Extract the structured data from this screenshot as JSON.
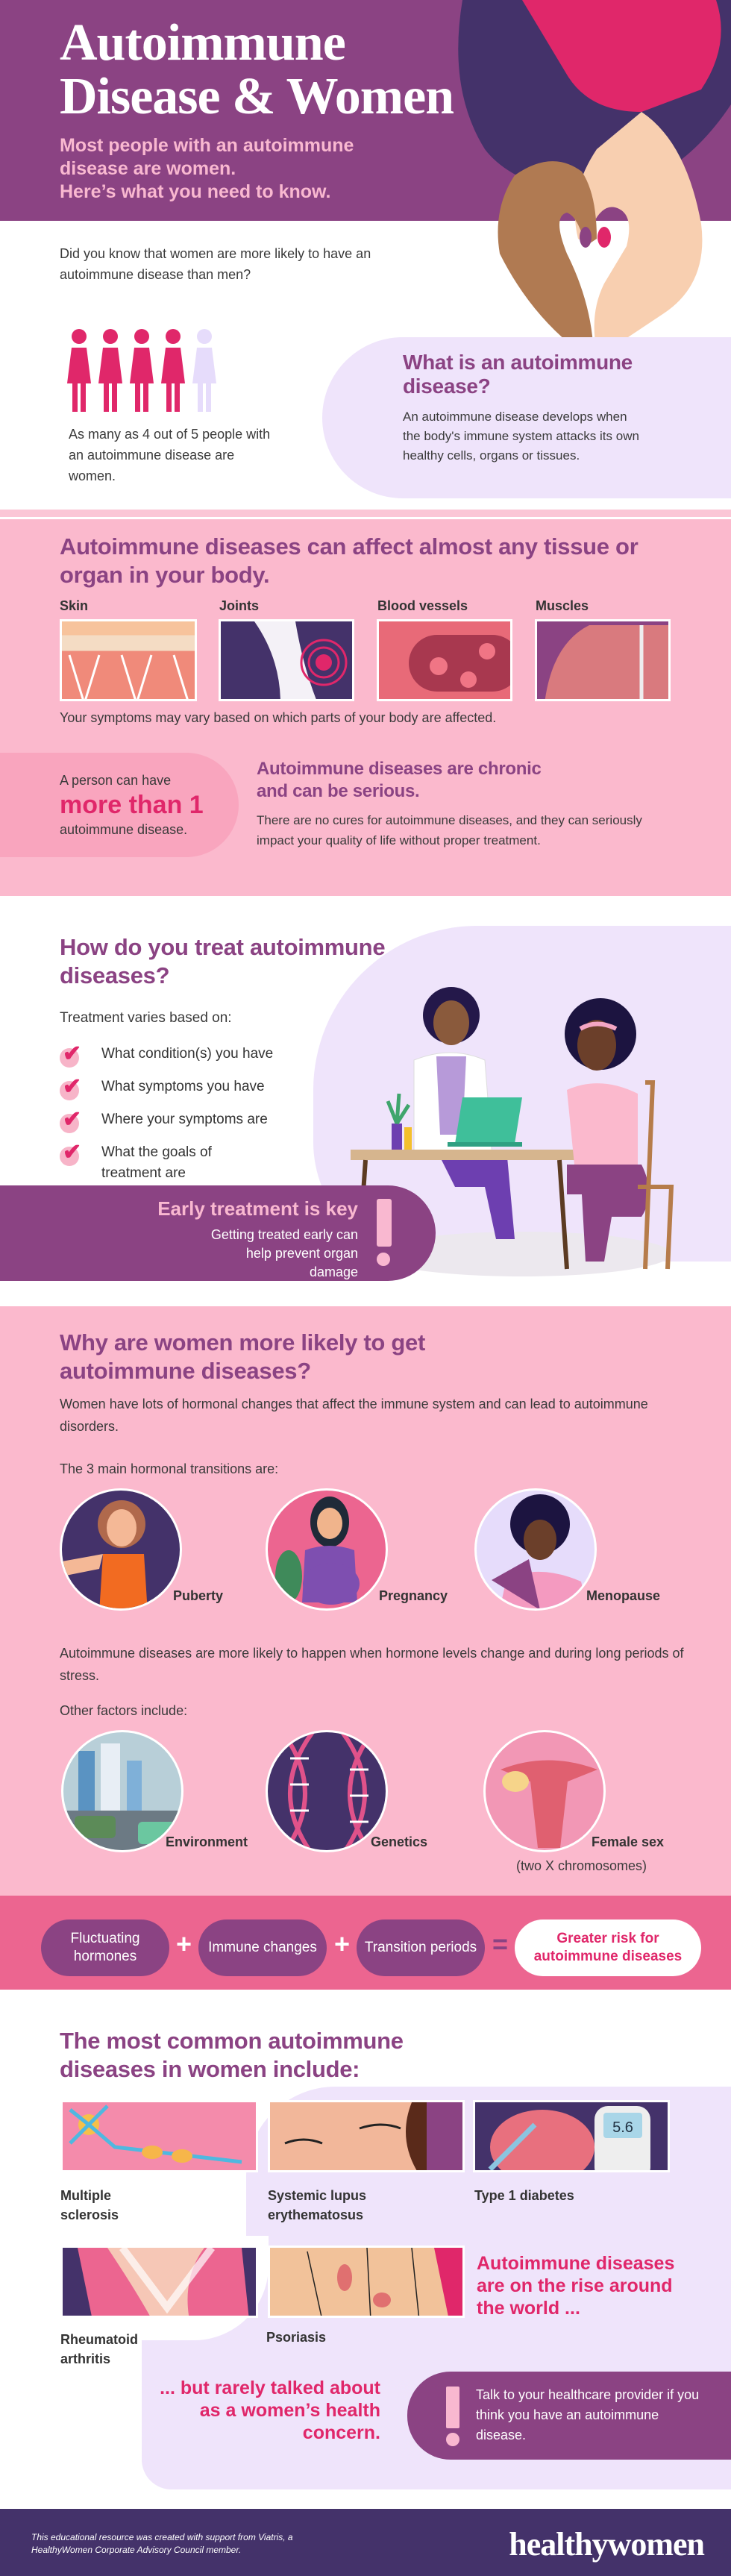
{
  "header": {
    "title_line1": "Autoimmune",
    "title_line2": "Disease & Women",
    "subtitle_line1": "Most people with an autoimmune",
    "subtitle_line2": "disease are women.",
    "subtitle_line3": "Here’s what you need to know."
  },
  "intro": {
    "question": "Did you know that women are more likely to have an autoimmune disease than men?",
    "stat": "As many as 4 out of 5 people with an autoimmune disease are women.",
    "women_ratio": {
      "women": 4,
      "total": 5
    },
    "what_is_heading": "What is an autoimmune disease?",
    "what_is_body": "An autoimmune disease develops when the body's immune system attacks its own healthy cells, organs or tissues."
  },
  "affect": {
    "heading": "Autoimmune diseases can affect almost any tissue or organ in your body.",
    "parts": [
      {
        "label": "Skin"
      },
      {
        "label": "Joints"
      },
      {
        "label": "Blood vessels"
      },
      {
        "label": "Muscles"
      }
    ],
    "note": "Your symptoms may vary based on which parts of your body are affected.",
    "multi_pre": "A person can have",
    "multi_big": "more than 1",
    "multi_post": "autoimmune disease.",
    "chronic_heading": "Autoimmune diseases are chronic and can be serious.",
    "chronic_body": "There are no cures for autoimmune diseases, and they can seriously impact your quality of life without proper treatment."
  },
  "treat": {
    "heading": "How do you treat autoimmune diseases?",
    "intro": "Treatment varies based on:",
    "items": [
      "What condition(s) you have",
      "What symptoms you have",
      "Where your symptoms are",
      "What the goals of treatment are"
    ],
    "early_heading": "Early treatment is key",
    "early_body": "Getting treated early can help prevent organ damage"
  },
  "why": {
    "heading": "Why are women more likely to get autoimmune diseases?",
    "body": "Women have lots of hormonal changes that affect the immune system and can lead to autoimmune disorders.",
    "transitions_intro": "The 3 main hormonal transitions are:",
    "transitions": [
      "Puberty",
      "Pregnancy",
      "Menopause"
    ],
    "stress": "Autoimmune diseases are more likely to happen when hormone levels change and during long periods of stress.",
    "other_intro": "Other factors include:",
    "factors": [
      "Environment",
      "Genetics",
      "Female sex"
    ],
    "female_note": "(two X chromosomes)"
  },
  "equation": {
    "a": "Fluctuating hormones",
    "b": "Immune changes",
    "c": "Transition periods",
    "plus": "+",
    "equals": "=",
    "result": "Greater risk for autoimmune diseases"
  },
  "common": {
    "heading": "The most common autoimmune diseases in women include:",
    "diseases": [
      "Multiple sclerosis",
      "Systemic lupus erythematosus",
      "Type 1 diabetes",
      "Rheumatoid arthritis",
      "Psoriasis"
    ],
    "glucose_reading": "5.6",
    "rise": "Autoimmune diseases are on the rise around the world ...",
    "rarely": "... but rarely talked about as a women’s health concern.",
    "talk": "Talk to your healthcare provider if you think you have an autoimmune disease."
  },
  "footer": {
    "credit": "This educational resource was created with support from Viatris, a HealthyWomen Corporate Advisory Council member.",
    "logo": "healthywomen"
  },
  "colors": {
    "purple": "#8b4383",
    "pink_bg": "#fbb9cd",
    "hot_pink": "#e0276a",
    "lavender": "#efe4fb",
    "navy": "#44326a",
    "band": "#ec6590"
  }
}
